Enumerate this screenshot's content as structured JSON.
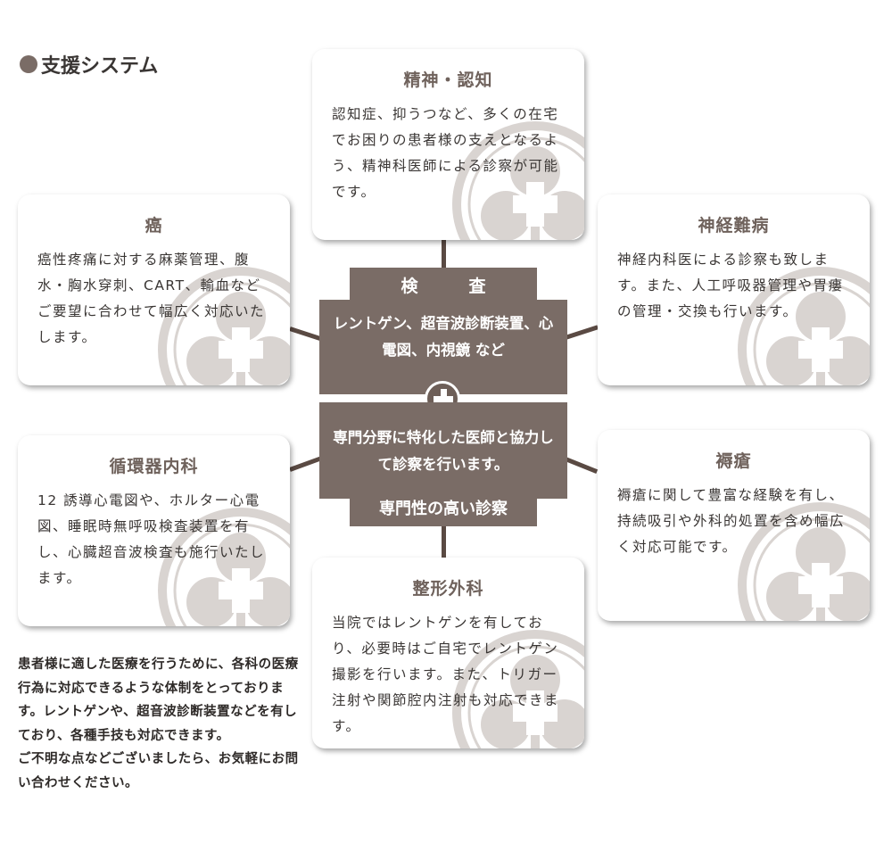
{
  "title": "支援システム",
  "center": {
    "top_tab": "検　　　査",
    "top_body": "レントゲン、超音波診断装置、心電図、内視鏡 など",
    "bottom_body": "専門分野に特化した医師と協力して診察を行います。",
    "bottom_tab": "専門性の高い診察"
  },
  "cards": [
    {
      "title": "精神・認知",
      "text": "認知症、抑うつなど、多くの在宅でお困りの患者様の支えとなるよう、精神科医師による診察が可能です。"
    },
    {
      "title": "癌",
      "text": "癌性疼痛に対する麻薬管理、腹水・胸水穿刺、CART、輸血などご要望に合わせて幅広く対応いたします。"
    },
    {
      "title": "神経難病",
      "text": "神経内科医による診察も致します。また、人工呼吸器管理や胃瘻の管理・交換も行います。"
    },
    {
      "title": "循環器内科",
      "text": "12 誘導心電図や、ホルター心電図、睡眠時無呼吸検査装置を有し、心臓超音波検査も施行いたします。"
    },
    {
      "title": "褥瘡",
      "text": "褥瘡に関して豊富な経験を有し、持続吸引や外科的処置を含め幅広く対応可能です。"
    },
    {
      "title": "整形外科",
      "text": "当院ではレントゲンを有しており、必要時はご自宅でレントゲン撮影を行います。また、トリガー注射や関節腔内注射も対応できます。"
    }
  ],
  "note": "患者様に適した医療を行うために、各科の医療行為に対応できるような体制をとっております。レントゲンや、超音波診断装置などを有しており、各種手技も対応できます。\nご不明な点などございましたら、お気軽にお問い合わせください。"
}
